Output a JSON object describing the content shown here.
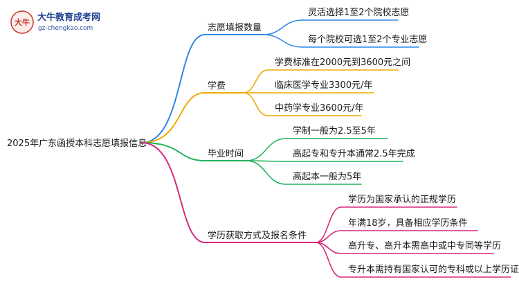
{
  "logo": {
    "title": "大牛教育成考网",
    "url": "gz-chengkao.com",
    "mark_text": "大牛"
  },
  "root": {
    "label": "2025年广东函授本科志愿填报信息"
  },
  "branches": [
    {
      "label": "志愿填报数量",
      "color": "#2f86e8",
      "children": [
        "灵活选择1至2个院校志愿",
        "每个院校可选1至2个专业志愿"
      ]
    },
    {
      "label": "学费",
      "color": "#f0aa00",
      "children": [
        "学费标准在2000元到3600元之间",
        "临床医学专业3300元/年",
        "中药学专业3600元/年"
      ]
    },
    {
      "label": "毕业时间",
      "color": "#22b35c",
      "children": [
        "学制一般为2.5至5年",
        "高起专和专升本通常2.5年完成",
        "高起本一般为5年"
      ]
    },
    {
      "label": "学历获取方式及报名条件",
      "color": "#d42a7a",
      "children": [
        "学历为国家承认的正规学历",
        "年满18岁，具备相应学历条件",
        "高升专、高升本需高中或中专同等学历",
        "专升本需持有国家认可的专科或以上学历证书"
      ]
    }
  ]
}
